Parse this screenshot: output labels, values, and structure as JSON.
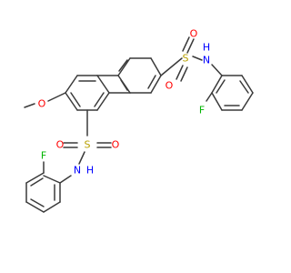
{
  "atoms": {
    "s_top": {
      "label": "S",
      "color": "#b8a000"
    },
    "o_top_left": {
      "label": "O",
      "color": "#ff0000"
    },
    "o_top_bottom": {
      "label": "O",
      "color": "#ff0000"
    },
    "nh_top": {
      "label": "N",
      "h_label": "H",
      "color": "#0000ff"
    },
    "f_top": {
      "label": "F",
      "color": "#00b400"
    },
    "o_methoxy": {
      "label": "O",
      "color": "#ff0000"
    },
    "s_bottom": {
      "label": "S",
      "color": "#b8a000"
    },
    "o_bottom_left": {
      "label": "O",
      "color": "#ff0000"
    },
    "o_bottom_right": {
      "label": "O",
      "color": "#ff0000"
    },
    "nh_bottom": {
      "label": "N",
      "h_label": "H",
      "color": "#0000ff"
    },
    "f_bottom": {
      "label": "F",
      "color": "#00b400"
    }
  },
  "colors": {
    "bond": "#3a3a3a",
    "sulfur": "#b8a000",
    "oxygen": "#ff0000",
    "nitrogen": "#0000ff",
    "fluorine": "#00b400"
  }
}
